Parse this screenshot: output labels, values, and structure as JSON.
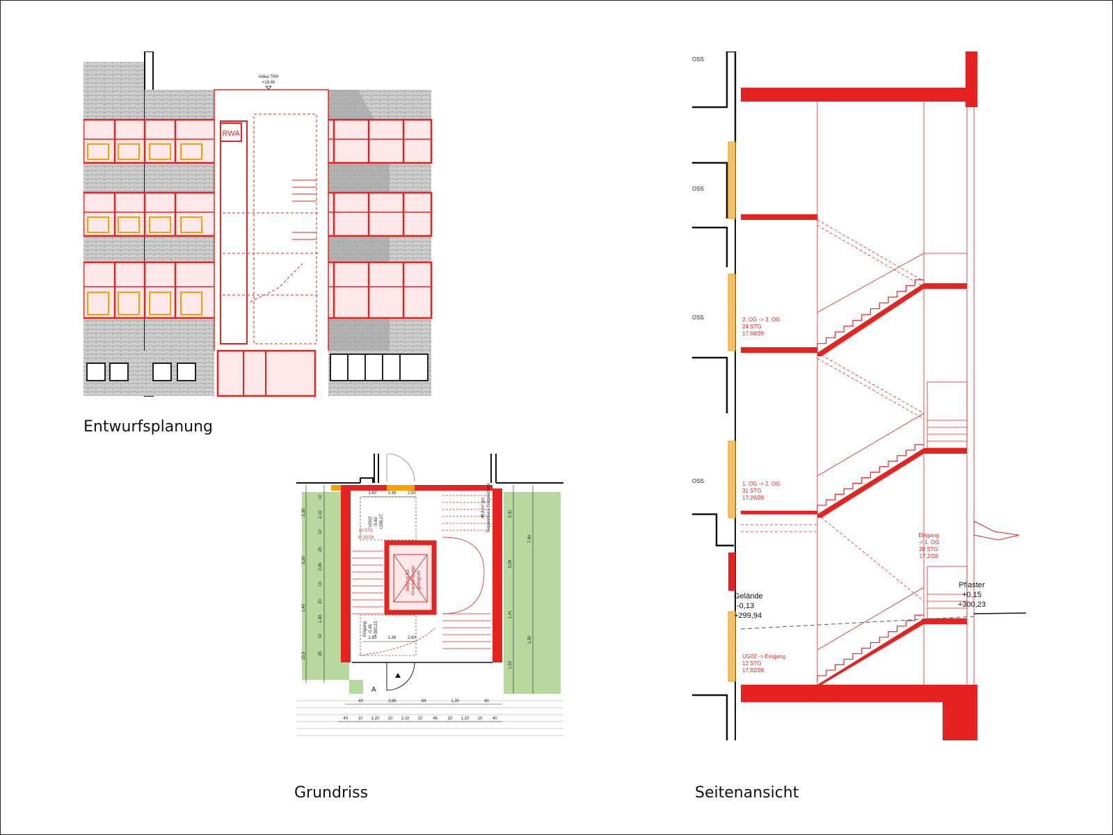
{
  "captions": {
    "elevation": "Entwurfsplanung",
    "plan": "Grundriss",
    "section": "Seitenansicht"
  },
  "elevation": {
    "attika_label": "Attika TRH",
    "attika_value": "+18,46",
    "rwa": "RWA"
  },
  "plan": {
    "dims_left_outer": [
      "2,30",
      "3,30",
      "1,40",
      "15,5"
    ],
    "dims_left_inner": [
      "10",
      "2,10",
      "10",
      "20",
      "2,90",
      "10",
      "20",
      "1,30",
      "10",
      "35"
    ],
    "dims_right_inner": [
      "2,31",
      "3,08",
      "1,41",
      "1,50"
    ],
    "dims_right_outer": [
      "7,40",
      "1,50"
    ],
    "dims_top": [
      "1,40",
      "1,38",
      "2,50"
    ],
    "dims_bottom": [
      "1,80",
      "1,38",
      "2,60"
    ],
    "dims_bottom_row1": [
      "40",
      "3,66",
      "84",
      "1,30",
      "40"
    ],
    "dims_bottom_row2": [
      "40",
      "10",
      "1,20",
      "10",
      "2,10",
      "10",
      "46",
      "10",
      "1,20",
      "10",
      "40"
    ],
    "ug02_label": "UG02",
    "ug02_level": "-5,60",
    "ug02_abs": "+296,07",
    "stg_label": "12 STG",
    "stg_ratio": "17,92/28",
    "room_area": "48,8 m² qm",
    "room_name": "Treppenhaus Erdgeschoss",
    "lift_label1": "Aufzug für",
    "lift_label2": "Krankentrage",
    "lift_label3": "geeignet",
    "eingang_label": "Eingang",
    "eingang_level": "-0,45",
    "eingang_abs": "+300,23",
    "section_mark": "A"
  },
  "section": {
    "floor_tag": "OSS",
    "flight1_title": "2. OG -> 3. OG",
    "flight1_stg": "24 STG",
    "flight1_ratio": "17,68/28",
    "flight2_title": "1. OG -> 2. OG",
    "flight2_stg": "31 STG",
    "flight2_ratio": "17,26/28",
    "flight3_title": "UG02 -> Eingang",
    "flight3_stg": "12 STG",
    "flight3_ratio": "17,92/28",
    "entry_title": "Eingang",
    "entry_sub": "-> 1. OG",
    "entry_stg": "20 STG",
    "entry_ratio": "17,2/28",
    "gelaende_label": "Gelände",
    "gelaende_level": "-0,13",
    "gelaende_abs": "+299,94",
    "pflaster_label": "Pflaster",
    "pflaster_level": "+0,15",
    "pflaster_abs": "+300,23"
  },
  "colors": {
    "red": "#e52421",
    "orange": "#f5a100",
    "green": "#b7d9a0",
    "grey": "#c8c8c8",
    "dark_grey": "#a6a6a6",
    "pink": "#fde9e9"
  }
}
